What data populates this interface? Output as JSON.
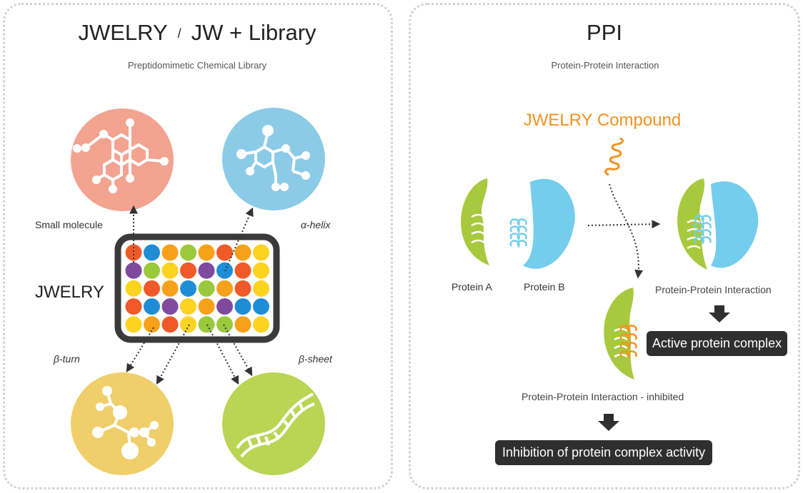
{
  "left_panel": {
    "title_main": "JWELRY",
    "title_sep": "/",
    "title_rest": "JW + Library",
    "subtitle": "Preptidomimetic Chemical Library",
    "library_label": "JWELRY",
    "labels": {
      "small_molecule": "Small molecule",
      "alpha_helix": "α-helix",
      "beta_turn": "β-turn",
      "beta_sheet": "β-sheet"
    },
    "circle_colors": {
      "small_molecule": "#f2a491",
      "alpha_helix": "#8ccbe8",
      "beta_turn": "#f0cf6b",
      "beta_sheet": "#b9d553"
    },
    "grid_colors": [
      [
        "#f05a28",
        "#1f8dd6",
        "#f7a11a",
        "#9bc93c",
        "#f7a11a",
        "#f05a28",
        "#f7a11a",
        "#fcd31f"
      ],
      [
        "#7f4a9e",
        "#9bc93c",
        "#fcd31f",
        "#f05a28",
        "#7f4a9e",
        "#1f8dd6",
        "#f05a28",
        "#fcd31f"
      ],
      [
        "#fcd31f",
        "#f05a28",
        "#f7a11a",
        "#1f8dd6",
        "#9bc93c",
        "#f7a11a",
        "#f05a28",
        "#fcd31f"
      ],
      [
        "#f05a28",
        "#1f8dd6",
        "#7f4a9e",
        "#fcd31f",
        "#f7a11a",
        "#7f4a9e",
        "#1f8dd6",
        "#1f8dd6"
      ],
      [
        "#fcd31f",
        "#f7a11a",
        "#f05a28",
        "#fcd31f",
        "#9bc93c",
        "#9bc93c",
        "#f7a11a",
        "#fcd31f"
      ]
    ]
  },
  "right_panel": {
    "title": "PPI",
    "subtitle": "Protein-Protein Interaction",
    "compound_label": "JWELRY Compound",
    "protein_a": "Protein A",
    "protein_b": "Protein B",
    "interaction_label": "Protein-Protein Interaction",
    "active_complex": "Active protein complex",
    "inhibited_label": "Protein-Protein Interaction - inhibited",
    "inhibition_box": "Inhibition of protein complex activity",
    "colors": {
      "protein_a": "#a7c93d",
      "protein_b": "#74cdec",
      "compound": "#f39321",
      "dark_box": "#2f2f2f"
    }
  }
}
